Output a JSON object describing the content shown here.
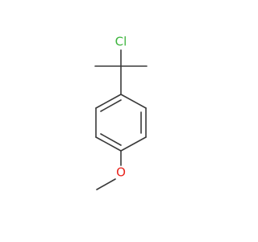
{
  "structure": {
    "atoms": [
      {
        "id": "cl",
        "symbol": "Cl",
        "color": "#3cb43c"
      },
      {
        "id": "o",
        "symbol": "O",
        "color": "#e8231c"
      }
    ],
    "bond_color": "#3a3a3a"
  }
}
